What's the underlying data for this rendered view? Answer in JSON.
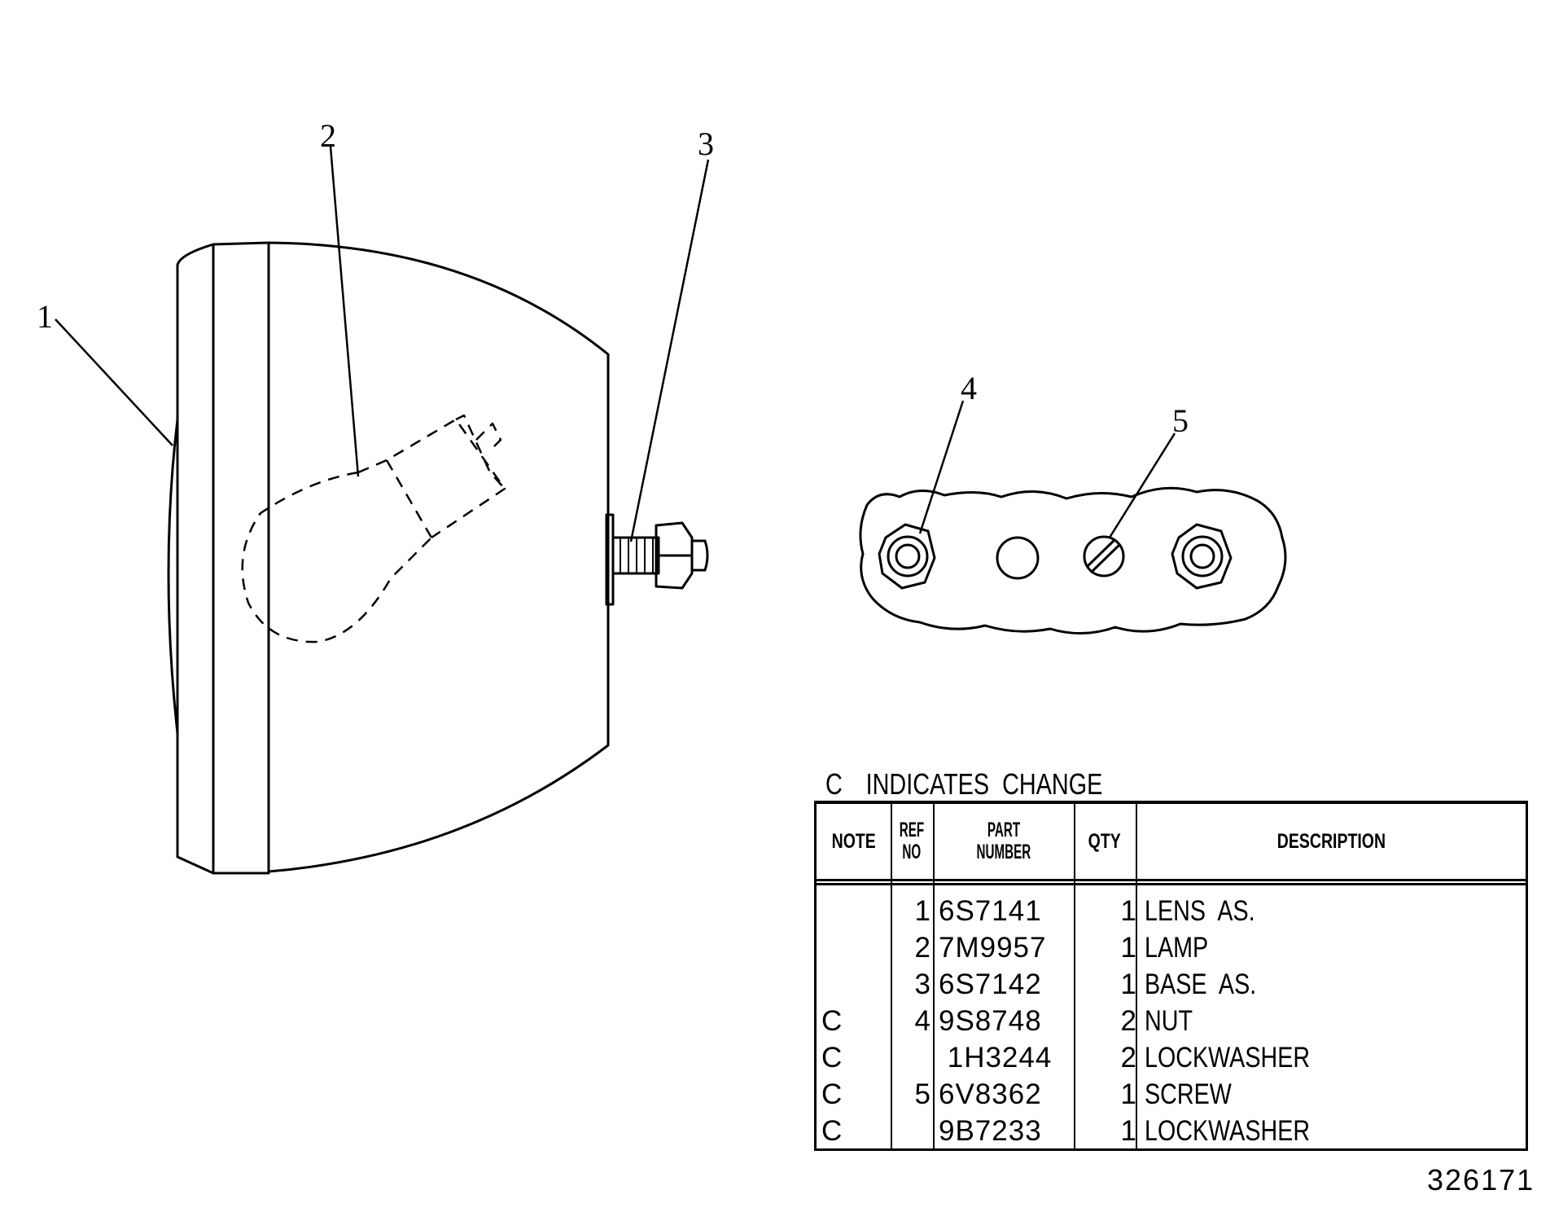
{
  "callouts": [
    "1",
    "2",
    "3",
    "4",
    "5"
  ],
  "legend": {
    "code": "C",
    "text": "INDICATES  CHANGE"
  },
  "table": {
    "headers": {
      "note": "NOTE",
      "ref_line1": "REF",
      "ref_line2": "NO",
      "part_line1": "PART",
      "part_line2": "NUMBER",
      "qty": "QTY",
      "description": "DESCRIPTION"
    },
    "rows": [
      {
        "note": "",
        "ref": "1",
        "part": "6S7141",
        "qty": "1",
        "desc": "LENS  AS."
      },
      {
        "note": "",
        "ref": "2",
        "part": "7M9957",
        "qty": "1",
        "desc": "LAMP"
      },
      {
        "note": "",
        "ref": "3",
        "part": "6S7142",
        "qty": "1",
        "desc": "BASE  AS."
      },
      {
        "note": "C",
        "ref": "4",
        "part": "9S8748",
        "qty": "2",
        "desc": "NUT"
      },
      {
        "note": "C",
        "ref": "",
        "part": " 1H3244",
        "qty": "2",
        "desc": "LOCKWASHER"
      },
      {
        "note": "C",
        "ref": "5",
        "part": "6V8362",
        "qty": "1",
        "desc": "SCREW"
      },
      {
        "note": "C",
        "ref": "",
        "part": "9B7233",
        "qty": "1",
        "desc": "LOCKWASHER"
      }
    ]
  },
  "figure_number": "326171"
}
